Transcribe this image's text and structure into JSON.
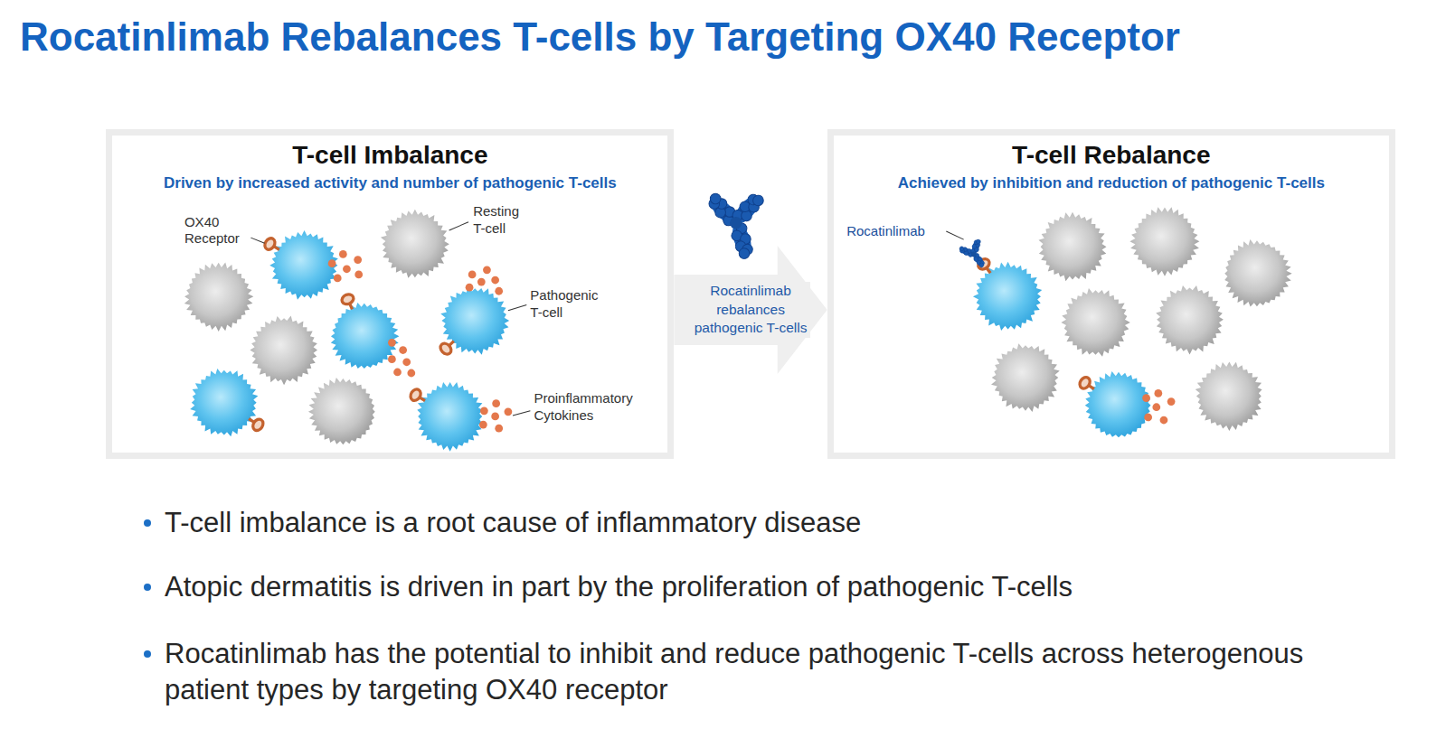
{
  "diagram": {
    "title": "Rocatinlimab Rebalances T-cells by Targeting OX40 Receptor",
    "nodes": [
      {
        "text": [
          "T-cell Imbalance",
          "Driven by increased activity and number of pathogenic T-cells"
        ]
      },
      {
        "text": [
          "T-cell Rebalance",
          "Achieved by inhibition and reduction of pathogenic T-cells"
        ]
      }
    ],
    "edges": [
      {
        "from": 0,
        "to": 1,
        "arrow": "to",
        "label": "Rocatinlimab rebalances pathogenic T-cells"
      }
    ],
    "labels": [
      "OX40 Receptor",
      "Resting T-cell",
      "Pathogenic T-cell",
      "Proinflammatory Cytokines",
      "Rocatinlimab",
      "T-cell imbalance is a root cause of inflammatory disease",
      "Atopic dermatitis is driven in part by the proliferation of pathogenic T-cells",
      "Rocatinlimab has the potential to inhibit and reduce pathogenic T-cells across heterogenous patient types by targeting OX40 receptor"
    ]
  }
}
